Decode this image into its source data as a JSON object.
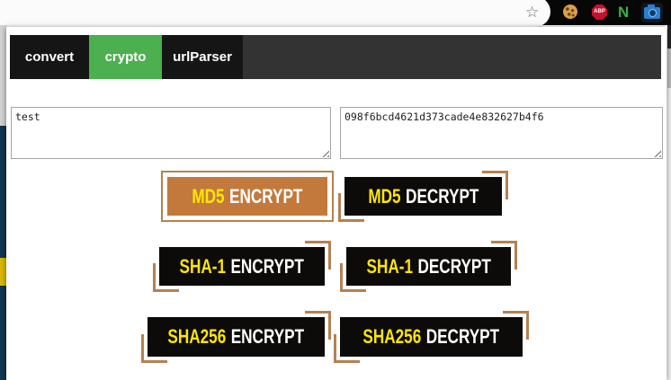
{
  "chrome": {
    "bookmark_star": "☆",
    "extensions": {
      "abp_label": "ABP",
      "n_label": "N"
    }
  },
  "popup": {
    "tabs": [
      {
        "label": "convert",
        "active": false
      },
      {
        "label": "crypto",
        "active": true
      },
      {
        "label": "urlParser",
        "active": false
      }
    ],
    "io": {
      "input_value": "test",
      "output_value": "098f6bcd4621d373cade4e832627b4f6"
    },
    "buttons": [
      {
        "algo": "MD5",
        "action": "ENCRYPT",
        "state": "hover"
      },
      {
        "algo": "MD5",
        "action": "DECRYPT",
        "state": "normal"
      },
      {
        "algo": "SHA-1",
        "action": "ENCRYPT",
        "state": "normal"
      },
      {
        "algo": "SHA-1",
        "action": "DECRYPT",
        "state": "normal"
      },
      {
        "algo": "SHA256",
        "action": "ENCRYPT",
        "state": "normal"
      },
      {
        "algo": "SHA256",
        "action": "DECRYPT",
        "state": "normal"
      }
    ],
    "colors": {
      "accent_orange": "#c3793c",
      "bracket_copper": "#b5804f",
      "label_yellow": "#ffe600",
      "tab_green": "#4caf50",
      "tabbar_gray": "#333333",
      "button_black": "#0d0b09"
    }
  }
}
